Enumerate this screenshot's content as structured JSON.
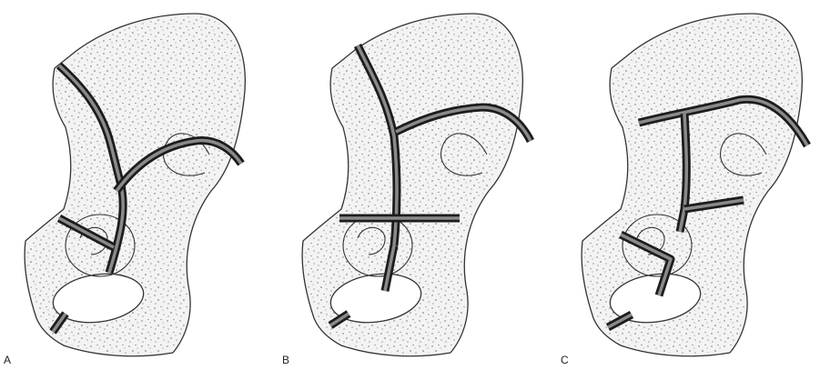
{
  "figure": {
    "panels": [
      {
        "label": "A"
      },
      {
        "label": "B"
      },
      {
        "label": "C"
      }
    ]
  },
  "colors": {
    "background": "#ffffff",
    "bone_fill": "#f3f3f3",
    "stipple": "#6a6a6a",
    "outline": "#333333",
    "osteotomy": "#1c1c1c"
  },
  "icons": [
    "pelvis-illustration"
  ]
}
